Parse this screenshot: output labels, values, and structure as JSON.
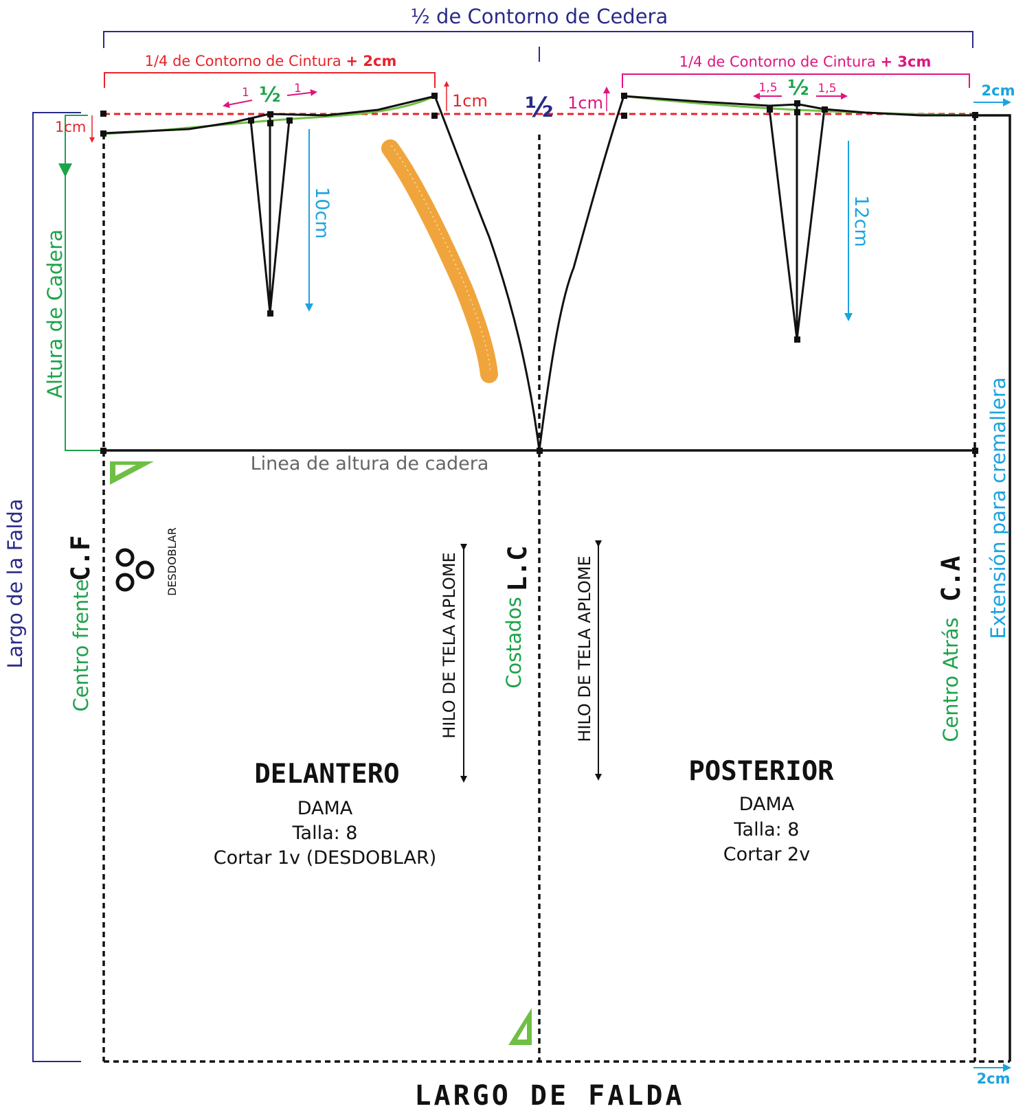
{
  "header": {
    "hip_half": "½ de Contorno de Cedera",
    "front_waist_quarter": "1/4 de Contorno de Cintura",
    "front_waist_extra": "+ 2cm",
    "back_waist_quarter": "1/4 de Contorno de Cintura",
    "back_waist_extra": "+ 3cm",
    "zipper_top": "2cm"
  },
  "front": {
    "dart_left": "1",
    "dart_half": "½",
    "dart_right": "1",
    "dart_length": "10cm",
    "side_rise": "1cm",
    "cf_drop": "1cm",
    "center_label": "Centro frente",
    "center_code": "C.F",
    "fold_symbol_label": "DESDOBLAR",
    "grain_label": "HILO DE TELA APLOME",
    "title": "DELANTERO",
    "sub1": "DAMA",
    "sub2": "Talla: 8",
    "sub3": "Cortar 1v (DESDOBLAR)"
  },
  "side": {
    "half": "½",
    "label": "Costados",
    "code": "L.C"
  },
  "back": {
    "dart_left": "1,5",
    "dart_half": "½",
    "dart_right": "1,5",
    "dart_length": "12cm",
    "side_rise": "1cm",
    "center_label": "Centro Atrás",
    "center_code": "C.A",
    "grain_label": "HILO DE TELA APLOME",
    "title": "POSTERIOR",
    "sub1": "DAMA",
    "sub2": "Talla: 8",
    "sub3": "Cortar 2v"
  },
  "measures": {
    "hip_height": "Altura de Cadera",
    "skirt_length": "Largo de la Falda",
    "hip_line": "Linea de altura de cadera",
    "zipper_ext": "Extensión para cremallera",
    "zipper_bottom": "2cm",
    "bottom_title": "LARGO DE FALDA"
  },
  "colors": {
    "navy": "#2a2a8a",
    "red": "#e8232a",
    "magenta": "#e0147e",
    "green": "#1da34a",
    "lime": "#6fbf44",
    "cyan": "#1aa3e0",
    "curve_ruler": "#f0a53c",
    "line": "#111111"
  }
}
